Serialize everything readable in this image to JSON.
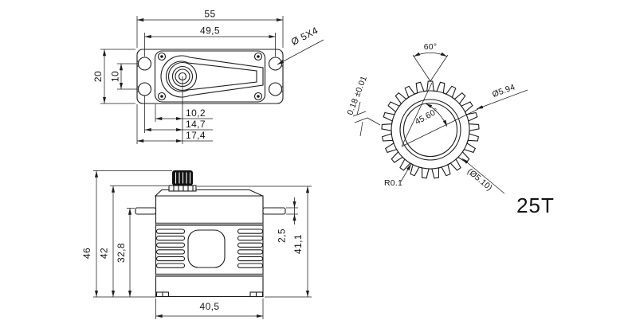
{
  "colors": {
    "line": "#1c1c1c",
    "background": "#ffffff",
    "knob": "#111111",
    "band": "#8c8c8c"
  },
  "top_view": {
    "dim_overall_width": "55",
    "dim_mount_hole_spacing": "49,5",
    "dim_body_height": "20",
    "dim_ear_hole_spacing": "10",
    "dim_shaft_to_case_left": "10,2",
    "dim_shaft_to_mount_hole": "14,7",
    "dim_shaft_to_edge": "17,4",
    "note_mount_holes": "Ø 5X4"
  },
  "side_view": {
    "dim_total_height": "46",
    "dim_case_height": "42",
    "dim_body_lower_height": "32,8",
    "dim_body_width": "40,5",
    "dim_flange_thickness": "2,5",
    "dim_upper_case_to_bottom": "41,1"
  },
  "gear_view": {
    "dim_tooth_angle": "60°",
    "dim_outer_diameter": "Ø5.94",
    "dim_tooth_tip_width": "0.18 ±0.01",
    "dim_spline_angle": "45.60°",
    "dim_root_diameter": "(Ø5.10)",
    "dim_root_fillet": "R0.1",
    "label_tooth_count": "25T",
    "teeth_count": 25
  }
}
